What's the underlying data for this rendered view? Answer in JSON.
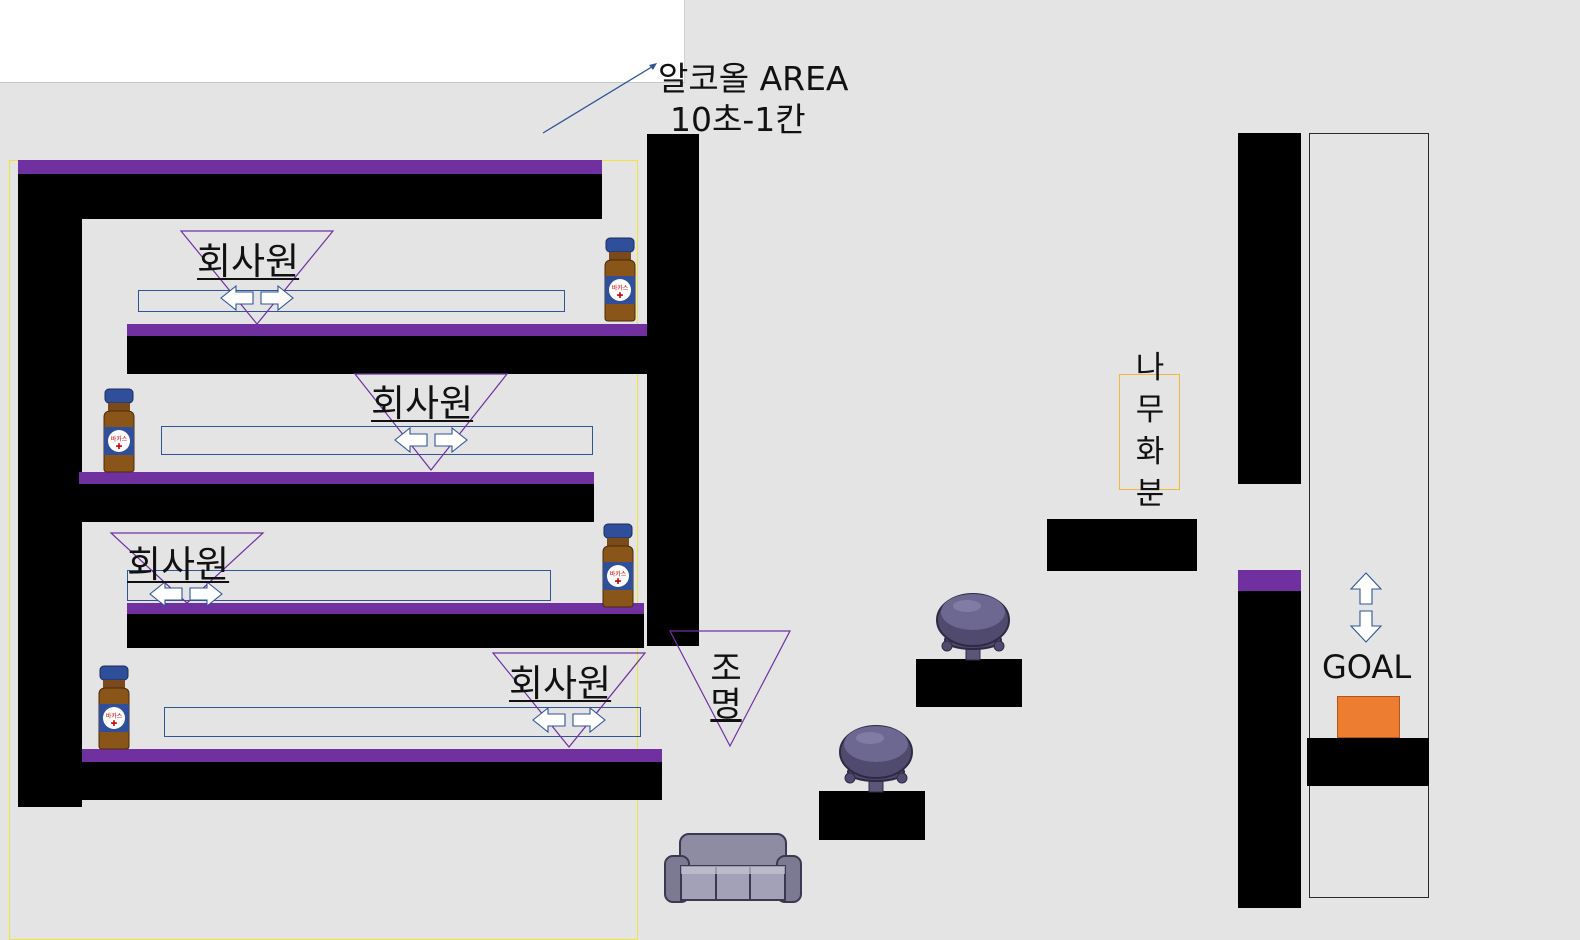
{
  "annotation": {
    "line1": "알코올 AREA",
    "line2": "10초-1칸"
  },
  "enemies": [
    {
      "label": "회사원"
    },
    {
      "label": "회사원"
    },
    {
      "label": "회사원"
    },
    {
      "label": "회사원"
    }
  ],
  "light": {
    "label_top": "조",
    "label_bottom": "명"
  },
  "plant": {
    "chars": [
      "나",
      "무",
      "화",
      "분"
    ]
  },
  "goal": {
    "label": "GOAL"
  },
  "bottle": {
    "label": "바카스"
  },
  "colors": {
    "background": "#e4e4e4",
    "wall": "#000000",
    "platform_top": "#7030a0",
    "patrol_border": "#2f5597",
    "goal_block": "#ed7d31",
    "stool": "#4f4a6e",
    "guide": "#f2e23c"
  }
}
